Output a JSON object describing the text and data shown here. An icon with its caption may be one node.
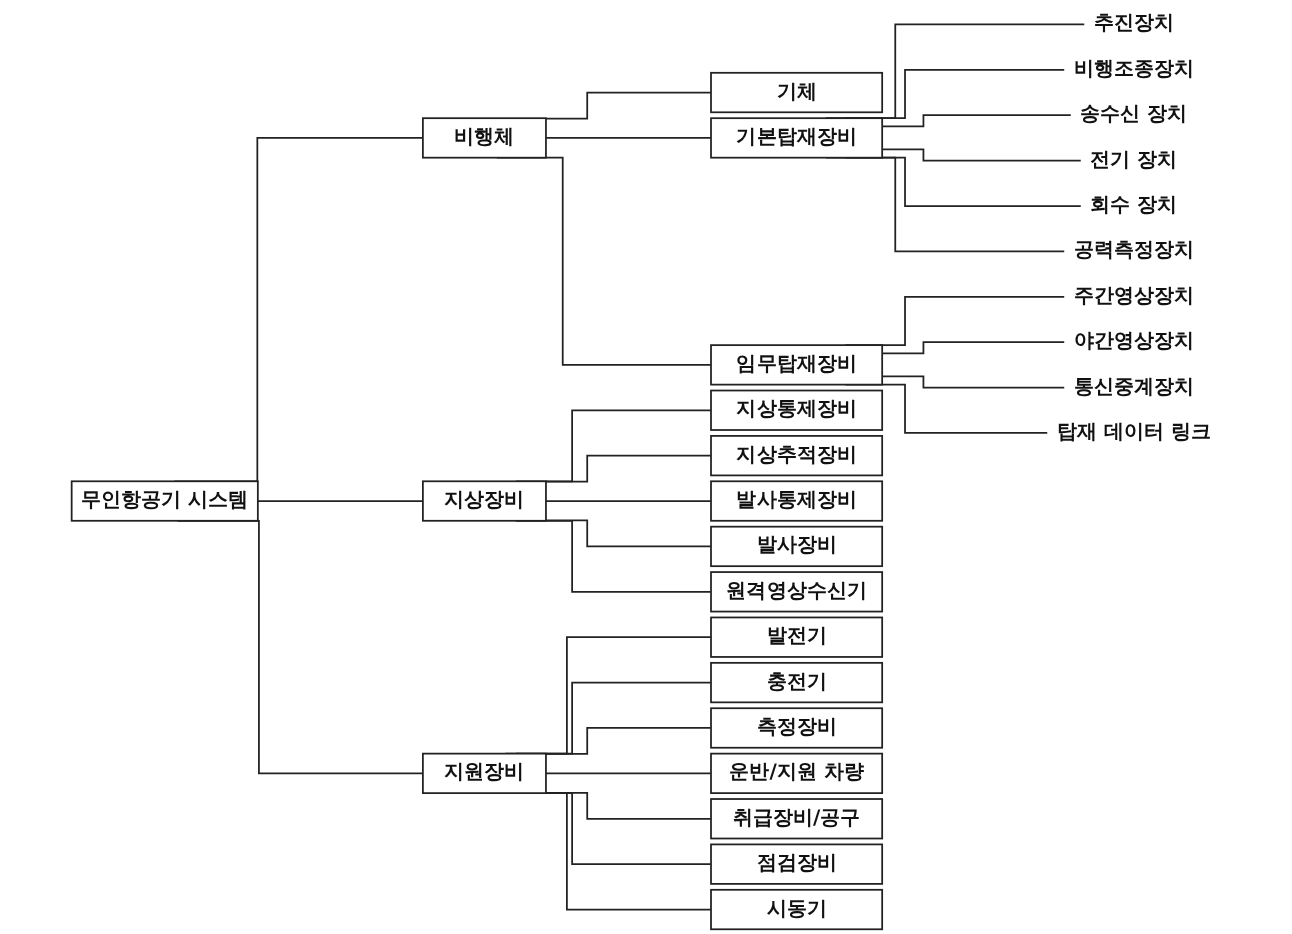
{
  "diagram": {
    "nodes": [
      {
        "text": [
          "무인항공기 시스템"
        ]
      },
      {
        "text": [
          "비행체"
        ]
      },
      {
        "text": [
          "지상장비"
        ]
      },
      {
        "text": [
          "지원장비"
        ]
      },
      {
        "text": [
          "기체"
        ]
      },
      {
        "text": [
          "기본탑재장비"
        ]
      },
      {
        "text": [
          "추진장치"
        ]
      },
      {
        "text": [
          "비행조종장치"
        ]
      },
      {
        "text": [
          "송수신 장치"
        ]
      },
      {
        "text": [
          "전기 장치"
        ]
      },
      {
        "text": [
          "회수 장치"
        ]
      },
      {
        "text": [
          "공력측정장치"
        ]
      },
      {
        "text": [
          "임무탑재장비"
        ]
      },
      {
        "text": [
          "주간영상장치"
        ]
      },
      {
        "text": [
          "야간영상장치"
        ]
      },
      {
        "text": [
          "통신중계장치"
        ]
      },
      {
        "text": [
          "탑재 데이터 링크"
        ]
      },
      {
        "text": [
          "지상통제장비"
        ]
      },
      {
        "text": [
          "지상추적장비"
        ]
      },
      {
        "text": [
          "발사통제장비"
        ]
      },
      {
        "text": [
          "발사장비"
        ]
      },
      {
        "text": [
          "원격영상수신기"
        ]
      },
      {
        "text": [
          "발전기"
        ]
      },
      {
        "text": [
          "충전기"
        ]
      },
      {
        "text": [
          "측정장비"
        ]
      },
      {
        "text": [
          "운반/지원 차량"
        ]
      },
      {
        "text": [
          "취급장비/공구"
        ]
      },
      {
        "text": [
          "점검장비"
        ]
      },
      {
        "text": [
          "시동기"
        ]
      }
    ],
    "edges": [
      {
        "from": 0,
        "to": 1,
        "arrow": "none"
      },
      {
        "from": 0,
        "to": 2,
        "arrow": "none"
      },
      {
        "from": 0,
        "to": 3,
        "arrow": "none"
      },
      {
        "from": 1,
        "to": 4,
        "arrow": "none"
      },
      {
        "from": 1,
        "to": 5,
        "arrow": "none"
      },
      {
        "from": 1,
        "to": 12,
        "arrow": "none"
      },
      {
        "from": 5,
        "to": 6,
        "arrow": "none"
      },
      {
        "from": 5,
        "to": 7,
        "arrow": "none"
      },
      {
        "from": 5,
        "to": 8,
        "arrow": "none"
      },
      {
        "from": 5,
        "to": 9,
        "arrow": "none"
      },
      {
        "from": 5,
        "to": 10,
        "arrow": "none"
      },
      {
        "from": 5,
        "to": 11,
        "arrow": "none"
      },
      {
        "from": 12,
        "to": 13,
        "arrow": "none"
      },
      {
        "from": 12,
        "to": 14,
        "arrow": "none"
      },
      {
        "from": 12,
        "to": 15,
        "arrow": "none"
      },
      {
        "from": 12,
        "to": 16,
        "arrow": "none"
      },
      {
        "from": 2,
        "to": 17,
        "arrow": "none"
      },
      {
        "from": 2,
        "to": 18,
        "arrow": "none"
      },
      {
        "from": 2,
        "to": 19,
        "arrow": "none"
      },
      {
        "from": 2,
        "to": 20,
        "arrow": "none"
      },
      {
        "from": 2,
        "to": 21,
        "arrow": "none"
      },
      {
        "from": 3,
        "to": 22,
        "arrow": "none"
      },
      {
        "from": 3,
        "to": 23,
        "arrow": "none"
      },
      {
        "from": 3,
        "to": 24,
        "arrow": "none"
      },
      {
        "from": 3,
        "to": 25,
        "arrow": "none"
      },
      {
        "from": 3,
        "to": 26,
        "arrow": "none"
      },
      {
        "from": 3,
        "to": 27,
        "arrow": "none"
      },
      {
        "from": 3,
        "to": 28,
        "arrow": "none"
      }
    ]
  }
}
